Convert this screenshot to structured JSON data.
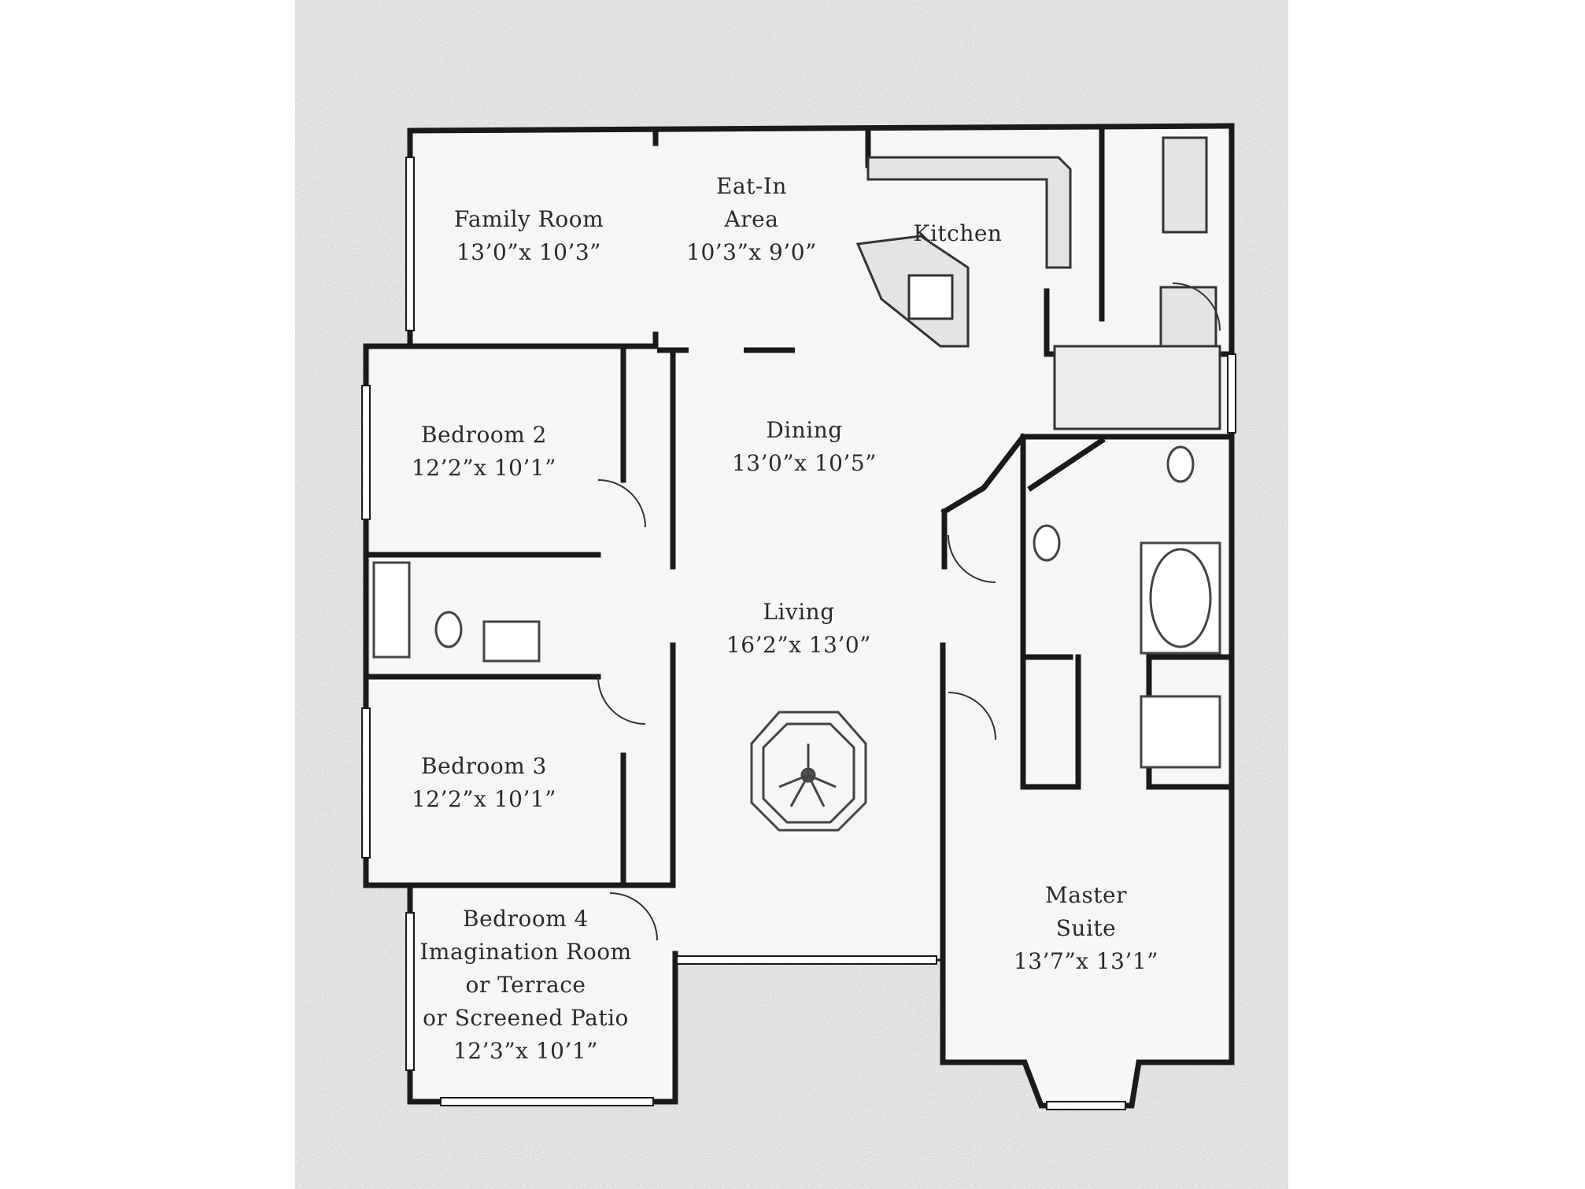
{
  "rooms": {
    "family": {
      "name": "Family Room",
      "dims": "13’0”x 10’3”"
    },
    "eatin": {
      "name1": "Eat-In",
      "name2": "Area",
      "dims": "10’3”x 9’0”"
    },
    "kitchen": {
      "name": "Kitchen"
    },
    "dining": {
      "name": "Dining",
      "dims": "13’0”x 10’5”"
    },
    "bedroom2": {
      "name": "Bedroom 2",
      "dims": "12’2”x 10’1”"
    },
    "living": {
      "name": "Living",
      "dims": "16’2”x 13’0”"
    },
    "bedroom3": {
      "name": "Bedroom 3",
      "dims": "12’2”x 10’1”"
    },
    "bedroom4": {
      "name1": "Bedroom 4",
      "name2": "Imagination Room",
      "name3": "or Terrace",
      "name4": "or Screened Patio",
      "dims": "12’3”x 10’1”"
    },
    "master": {
      "name1": "Master",
      "name2": "Suite",
      "dims": "13’7”x 13’1”"
    }
  },
  "colors": {
    "wall": "#1a1a1a",
    "paper": "#f4f4f4",
    "speckle": "#e6e6e6",
    "fixture": "#555555"
  }
}
